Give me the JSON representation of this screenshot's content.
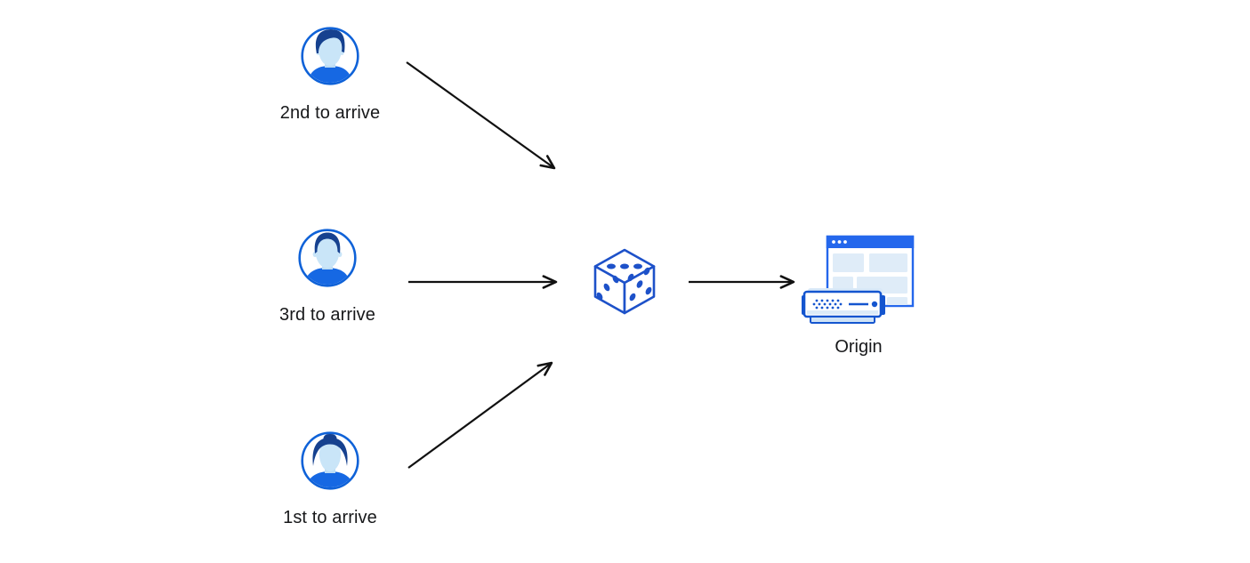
{
  "diagram": {
    "title": "requests-randomized-to-origin-diagram",
    "background": "#ffffff",
    "arrow_color": "#111111",
    "palette": {
      "primary_blue": "#1d51c9",
      "ring_blue": "#0f62d8",
      "shirt_blue": "#1668e3",
      "hair_navy": "#16418f",
      "face_light_blue": "#c9e5f8",
      "neck_light_blue": "#bcdcf4",
      "titlebar_blue": "#2467ec",
      "server_blue": "#1455cf",
      "panel_light_blue": "#dfecf8",
      "server_shadow_blue": "#d9e9f8",
      "foot_light_blue": "#cfe3f6",
      "text_color": "#17181a"
    },
    "nodes": {
      "user_second": {
        "label": "2nd to arrive",
        "icon": "user-male-quiff-avatar"
      },
      "user_third": {
        "label": "3rd to arrive",
        "icon": "user-male-short-hair-avatar"
      },
      "user_first": {
        "label": "1st to arrive",
        "icon": "user-female-bun-avatar"
      },
      "randomizer": {
        "icon": "dice"
      },
      "origin": {
        "label": "Origin",
        "icon": "origin-server-browser"
      }
    },
    "connections": [
      {
        "from": "2nd to arrive",
        "to": "randomizer"
      },
      {
        "from": "3rd to arrive",
        "to": "randomizer"
      },
      {
        "from": "1st to arrive",
        "to": "randomizer"
      },
      {
        "from": "randomizer",
        "to": "Origin"
      }
    ]
  }
}
